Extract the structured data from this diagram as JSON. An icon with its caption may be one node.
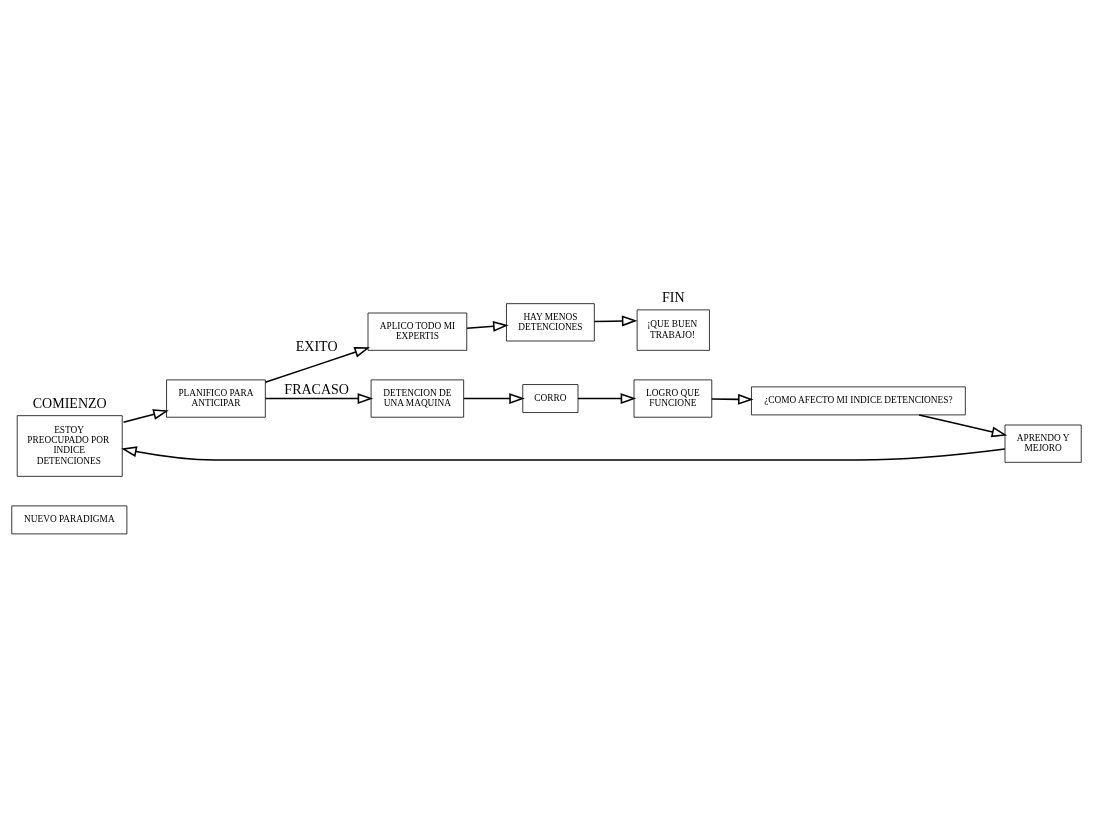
{
  "diagram": {
    "nodes": [
      {
        "text": [
          "NUEVO PARADIGMA"
        ]
      },
      {
        "text": [
          "ESTOY PREOCUPADO POR INDICE DETENCIONES"
        ],
        "beside": [
          "COMIENZO"
        ]
      },
      {
        "text": [
          "PLANIFICO PARA ANTICIPAR"
        ]
      },
      {
        "text": [
          "APLICO TODO MI EXPERTIS"
        ]
      },
      {
        "text": [
          "HAY MENOS DETENCIONES"
        ]
      },
      {
        "text": [
          "¡QUE BUEN TRABAJO!"
        ],
        "beside": [
          "FIN"
        ]
      },
      {
        "text": [
          "DETENCION DE UNA MAQUINA"
        ]
      },
      {
        "text": [
          "CORRO"
        ]
      },
      {
        "text": [
          "LOGRO QUE FUNCIONE"
        ]
      },
      {
        "text": [
          "¿COMO AFECTO MI INDICE DETENCIONES?"
        ]
      },
      {
        "text": [
          "APRENDO Y MEJORO"
        ]
      }
    ],
    "edges": [
      {
        "from": 1,
        "to": 2,
        "arrow": "to"
      },
      {
        "from": 2,
        "to": 3,
        "arrow": "to",
        "label": "EXITO"
      },
      {
        "from": 3,
        "to": 4,
        "arrow": "to"
      },
      {
        "from": 4,
        "to": 5,
        "arrow": "to"
      },
      {
        "from": 2,
        "to": 6,
        "arrow": "to",
        "label": "FRACASO"
      },
      {
        "from": 6,
        "to": 7,
        "arrow": "to"
      },
      {
        "from": 7,
        "to": 8,
        "arrow": "to"
      },
      {
        "from": 8,
        "to": 9,
        "arrow": "to"
      },
      {
        "from": 9,
        "to": 10,
        "arrow": "to"
      },
      {
        "from": 10,
        "to": 1,
        "arrow": "to"
      }
    ]
  }
}
